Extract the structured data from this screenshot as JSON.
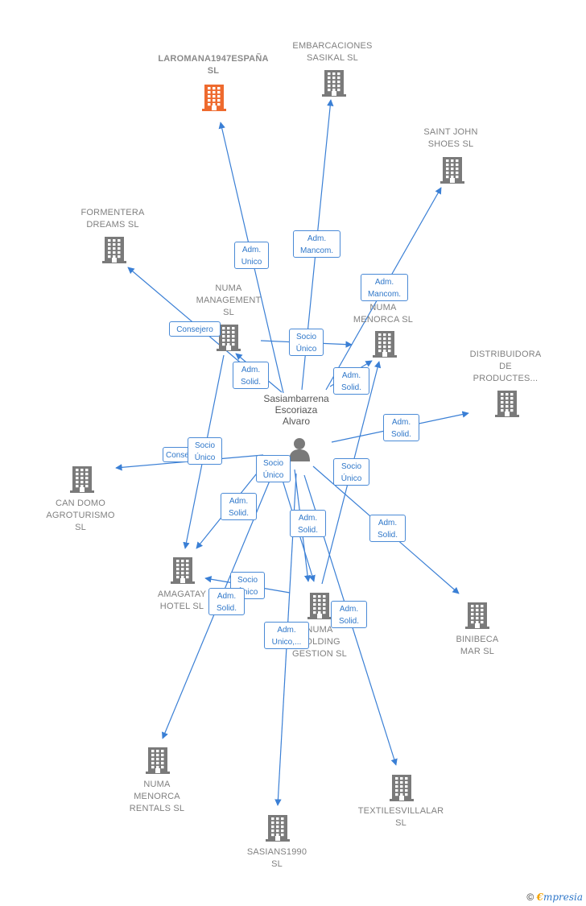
{
  "person": {
    "name": "Sasiambarrena\nEscoriaza\nAlvaro"
  },
  "companies": [
    {
      "id": "laromana",
      "name": "LAROMANA1947ESPAÑA\nSL",
      "highlight": true
    },
    {
      "id": "embarcaciones",
      "name": "EMBARCACIONES\nSASIKAL  SL"
    },
    {
      "id": "saintjohn",
      "name": "SAINT JOHN\nSHOES  SL"
    },
    {
      "id": "formentera",
      "name": "FORMENTERA\nDREAMS  SL"
    },
    {
      "id": "numamgmt",
      "name": "NUMA\nMANAGEMENT\nSL"
    },
    {
      "id": "numamenorca",
      "name": "NUMA\nMENORCA  SL"
    },
    {
      "id": "distribuidora",
      "name": "DISTRIBUIDORA\nDE\nPRODUCTES..."
    },
    {
      "id": "candomo",
      "name": "CAN DOMO\nAGROTURISMO\nSL"
    },
    {
      "id": "amagatay",
      "name": "AMAGATAY\nHOTEL  SL"
    },
    {
      "id": "numaholding",
      "name": "NUMA\nHOLDING\nGESTION  SL"
    },
    {
      "id": "binibeca",
      "name": "BINIBECA\nMAR  SL"
    },
    {
      "id": "rentals",
      "name": "NUMA\nMENORCA\nRENTALS  SL"
    },
    {
      "id": "sasians",
      "name": "SASIANS1990\nSL"
    },
    {
      "id": "textiles",
      "name": "TEXTILESVILLALAR\nSL"
    }
  ],
  "edge_labels": [
    "Adm.\nUnico",
    "Adm.\nMancom.",
    "Adm.\nMancom.",
    "Consejero",
    "Socio\nÚnico",
    "Adm.\nSolid.",
    "Adm.\nSolid.",
    "Adm.\nSolid.",
    "Consejero",
    "Socio\nÚnico",
    "Socio\nÚnico",
    "Socio\nÚnico",
    "Adm.\nSolid.",
    "Adm.\nSolid.",
    "Adm.\nSolid.",
    "Socio\nÚnico",
    "Adm.\nSolid.",
    "Adm.\nUnico,...",
    "Adm.\nSolid."
  ],
  "footer": {
    "copyright": "©",
    "brand_initial": "€",
    "brand_rest": "mpresia"
  },
  "colors": {
    "edge": "#3a7fd5",
    "building": "#7a7a7a",
    "building_highlight": "#ee6a2e"
  },
  "icons": {
    "building": "building-icon",
    "person": "person-icon"
  }
}
